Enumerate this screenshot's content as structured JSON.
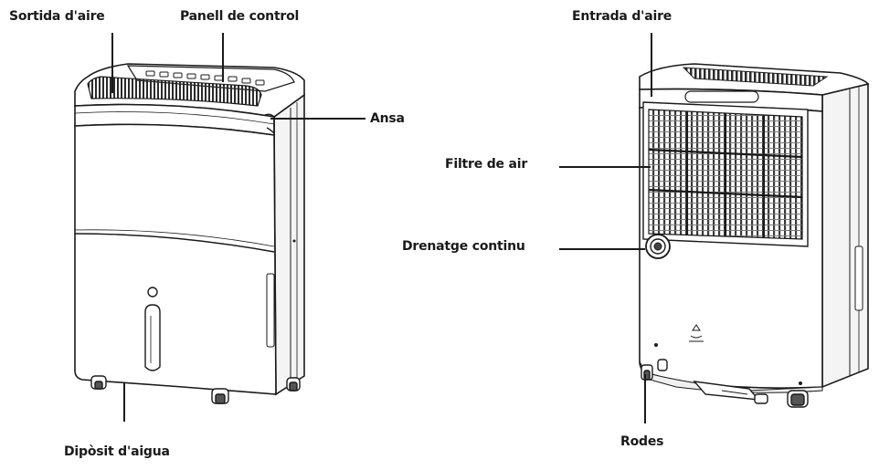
{
  "labels": {
    "sortida": "Sortida d'aire",
    "panell": "Panell de control",
    "ansa": "Ansa",
    "diposit": "Dipòsit d'aigua",
    "entrada": "Entrada d'aire",
    "filtre": "Filtre de air",
    "drenatge": "Drenatge continu",
    "rodes": "Rodes"
  },
  "colors": {
    "line": "#1a1a1a",
    "body": "#ffffff",
    "shade": "#d9d9d9",
    "grille": "#2b2b2b"
  }
}
